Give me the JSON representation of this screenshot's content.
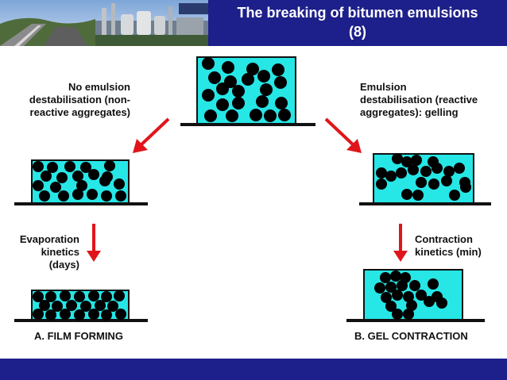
{
  "title": {
    "line1": "The breaking of bitumen emulsions",
    "line2": "(8)"
  },
  "left_branch": {
    "lines": [
      "No emulsion",
      "destabilisation (non-",
      "reactive aggregates)"
    ]
  },
  "right_branch": {
    "lines": [
      "Emulsion",
      "destabilisation (reactive",
      "aggregates): gelling"
    ]
  },
  "left_kinetics": {
    "lines": [
      "Evaporation",
      "kinetics",
      "(days)"
    ]
  },
  "right_kinetics": {
    "lines": [
      "Contraction",
      "kinetics (min)"
    ]
  },
  "captions": {
    "film_forming": "A. FILM FORMING",
    "gel_contraction": "B. GEL CONTRACTION"
  },
  "colors": {
    "header_bg": "#1d1f8a",
    "box_fill": "#26e6e6",
    "droplet": "#111111",
    "arrow": "#e0151b"
  }
}
